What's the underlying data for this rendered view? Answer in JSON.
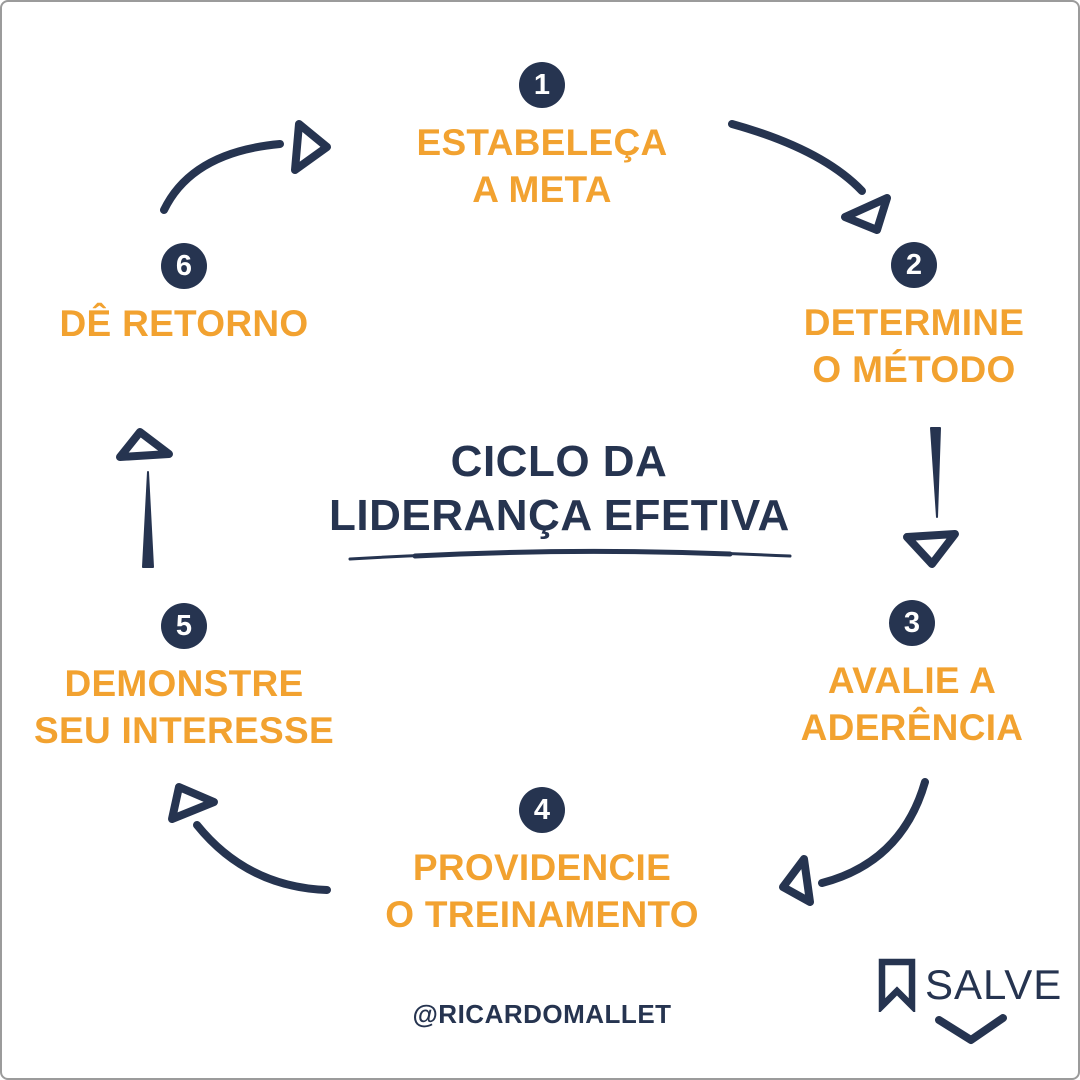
{
  "theme": {
    "background": "#ffffff",
    "navy": "#263450",
    "orange": "#F2A230",
    "badge_text": "#ffffff",
    "border_gray": "#9b9b9b"
  },
  "title": {
    "line1": "CICLO DA",
    "line2": "LIDERANÇA EFETIVA"
  },
  "steps": [
    {
      "number": "1",
      "line1": "ESTABELEÇA",
      "line2": "A META"
    },
    {
      "number": "2",
      "line1": "DETERMINE",
      "line2": "O MÉTODO"
    },
    {
      "number": "3",
      "line1": "AVALIE A",
      "line2": "ADERÊNCIA"
    },
    {
      "number": "4",
      "line1": "PROVIDENCIE",
      "line2": "O TREINAMENTO"
    },
    {
      "number": "5",
      "line1": "DEMONSTRE",
      "line2": "SEU INTERESSE"
    },
    {
      "number": "6",
      "line1": "DÊ RETORNO",
      "line2": ""
    }
  ],
  "icons": {
    "arrows": [
      "arrow-step6-to-step1-icon",
      "arrow-step1-to-step2-icon",
      "arrow-step2-to-step3-icon",
      "arrow-step3-to-step4-icon",
      "arrow-step4-to-step5-icon",
      "arrow-step5-to-step6-icon"
    ],
    "save_bookmark": "bookmark-icon",
    "save_chevron": "chevron-down-icon"
  },
  "footer": {
    "handle": "@RICARDOMALLET"
  },
  "save_banner": {
    "label": "SALVE"
  }
}
